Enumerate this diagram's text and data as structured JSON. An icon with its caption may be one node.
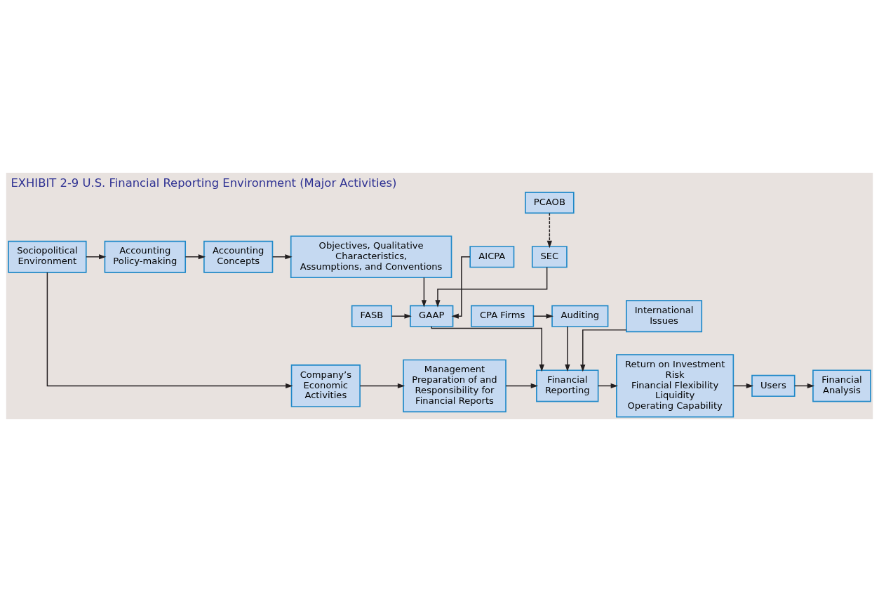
{
  "diagram": {
    "title": "EXHIBIT 2-9 U.S. Financial Reporting Environment (Major Activities)",
    "nodes": [
      {
        "text": [
          "Sociopolitical Environment"
        ]
      },
      {
        "text": [
          "Accounting Policy-making"
        ]
      },
      {
        "text": [
          "Accounting Concepts"
        ]
      },
      {
        "text": [
          "Objectives, Qualitative Characteristics, Assumptions, and Conventions"
        ]
      },
      {
        "text": [
          "FASB"
        ]
      },
      {
        "text": [
          "AICPA"
        ]
      },
      {
        "text": [
          "SEC"
        ]
      },
      {
        "text": [
          "GAAP"
        ]
      },
      {
        "text": [
          "PCAOB"
        ]
      },
      {
        "text": [
          "Company’s Economic Activities"
        ]
      },
      {
        "text": [
          "Management Preparation of and Responsibility for Financial Reports"
        ]
      },
      {
        "text": [
          "Financial Reporting"
        ]
      },
      {
        "text": [
          "Return on Investment",
          "Risk",
          "Financial Flexibility",
          "Liquidity",
          "Operating Capability"
        ]
      },
      {
        "text": [
          "Users"
        ]
      },
      {
        "text": [
          "Financial Analysis"
        ]
      },
      {
        "text": [
          "CPA Firms"
        ]
      },
      {
        "text": [
          "Auditing"
        ]
      },
      {
        "text": [
          "International Issues"
        ]
      }
    ],
    "edges": [
      {
        "from": 0,
        "to": 1,
        "arrow": "to"
      },
      {
        "from": 1,
        "to": 2,
        "arrow": "to"
      },
      {
        "from": 2,
        "to": 3,
        "arrow": "to"
      },
      {
        "from": 3,
        "to": 7,
        "arrow": "to"
      },
      {
        "from": 4,
        "to": 7,
        "arrow": "to"
      },
      {
        "from": 5,
        "to": 7,
        "arrow": "to"
      },
      {
        "from": 6,
        "to": 7,
        "arrow": "to"
      },
      {
        "from": 8,
        "to": 6,
        "arrow": "to",
        "style": "dashed"
      },
      {
        "from": 0,
        "to": 9,
        "arrow": "to"
      },
      {
        "from": 7,
        "to": 11,
        "arrow": "to"
      },
      {
        "from": 9,
        "to": 10,
        "arrow": "to"
      },
      {
        "from": 10,
        "to": 11,
        "arrow": "to"
      },
      {
        "from": 11,
        "to": 12,
        "arrow": "to"
      },
      {
        "from": 12,
        "to": 13,
        "arrow": "to"
      },
      {
        "from": 13,
        "to": 14,
        "arrow": "to"
      },
      {
        "from": 15,
        "to": 16,
        "arrow": "to"
      },
      {
        "from": 16,
        "to": 11,
        "arrow": "to"
      },
      {
        "from": 17,
        "to": 11,
        "arrow": "to"
      }
    ]
  }
}
